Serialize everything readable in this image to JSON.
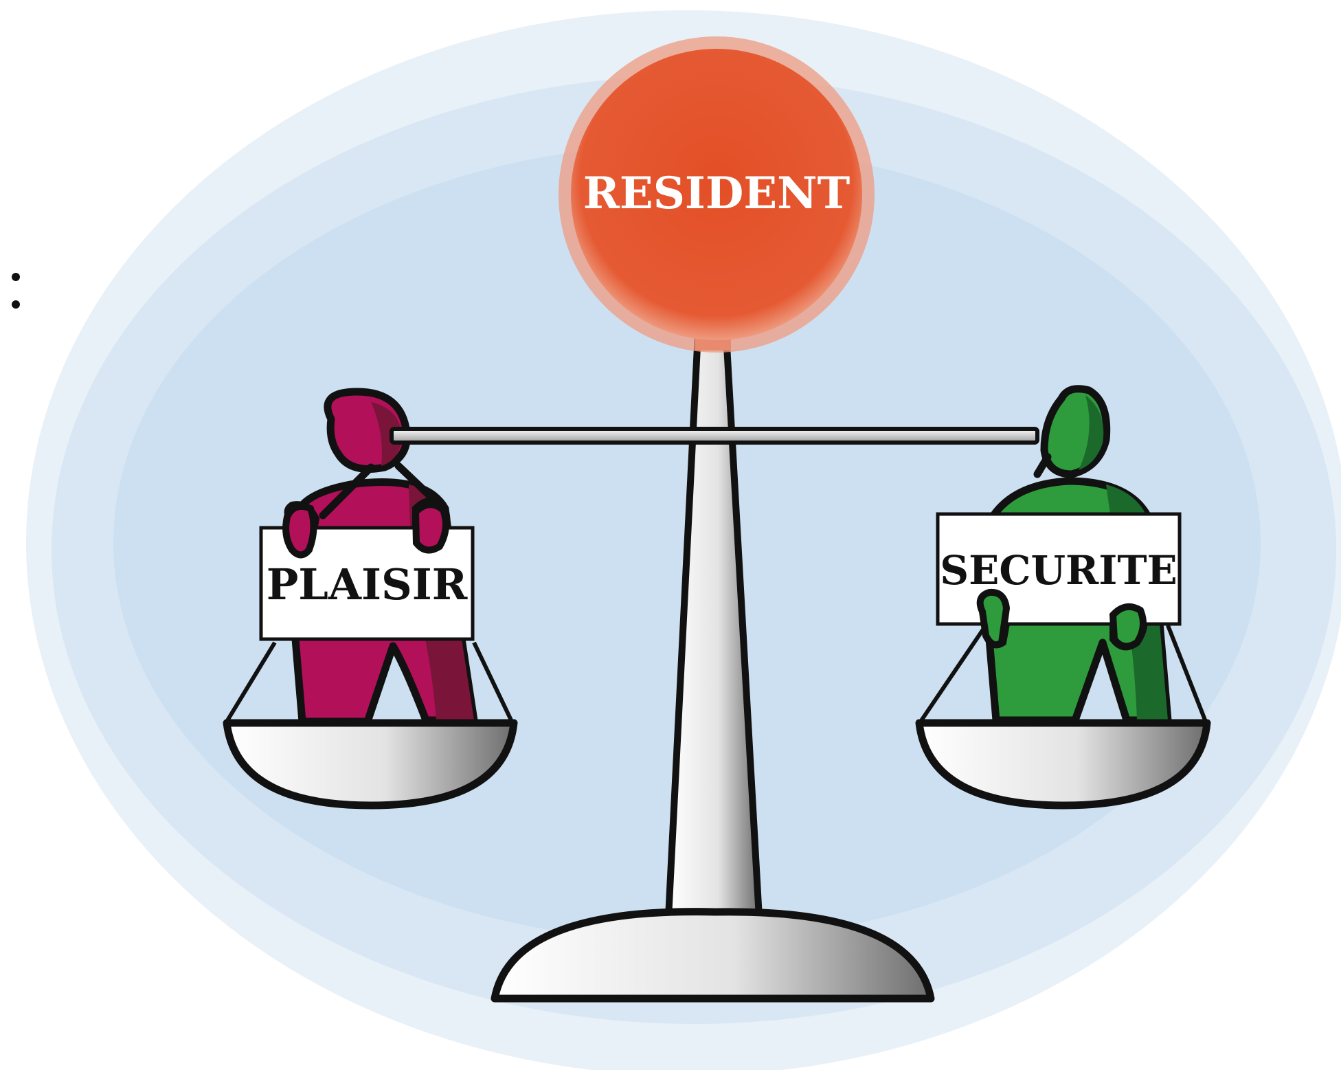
{
  "center_label": "RESIDENT",
  "left_sign": "PLAISIR",
  "right_sign": "SECURITE",
  "colors": {
    "background_ellipse": "#cfe1f1",
    "background_ring": "#e6eff8",
    "center_circle": "#e34f27",
    "center_circle_ring": "#eb8f74",
    "left_figure": "#b3105a",
    "left_figure_shade": "#7a1539",
    "right_figure": "#2e9c3c",
    "right_figure_shade": "#1b6a2c",
    "outline": "#111111",
    "sign_background": "#ffffff"
  },
  "icons": [
    "balance-scale-icon",
    "person-figure-icon",
    "bullet-icon"
  ]
}
